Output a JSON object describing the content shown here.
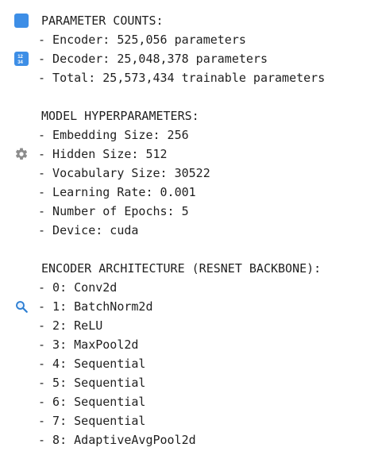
{
  "sections": [
    {
      "icon": "numbers-icon",
      "title": "PARAMETER COUNTS:",
      "items": [
        "- Encoder: 525,056 parameters",
        "- Decoder: 25,048,378 parameters",
        "- Total: 25,573,434 trainable parameters"
      ]
    },
    {
      "icon": "gear-icon",
      "title": "MODEL HYPERPARAMETERS:",
      "items": [
        "- Embedding Size: 256",
        "- Hidden Size: 512",
        "- Vocabulary Size: 30522",
        "- Learning Rate: 0.001",
        "- Number of Epochs: 5",
        "- Device: cuda"
      ]
    },
    {
      "icon": "magnifying-glass-icon",
      "title": "ENCODER ARCHITECTURE (RESNET BACKBONE):",
      "items": [
        "- 0: Conv2d",
        "- 1: BatchNorm2d",
        "- 2: ReLU",
        "- 3: MaxPool2d",
        "- 4: Sequential",
        "- 5: Sequential",
        "- 6: Sequential",
        "- 7: Sequential",
        "- 8: AdaptiveAvgPool2d"
      ]
    }
  ],
  "colors": {
    "text": "#1f1f1f",
    "numbers_icon_bg": "#3d8ee6",
    "gear_icon": "#8c8c8c",
    "search_icon": "#2d7fd3"
  }
}
